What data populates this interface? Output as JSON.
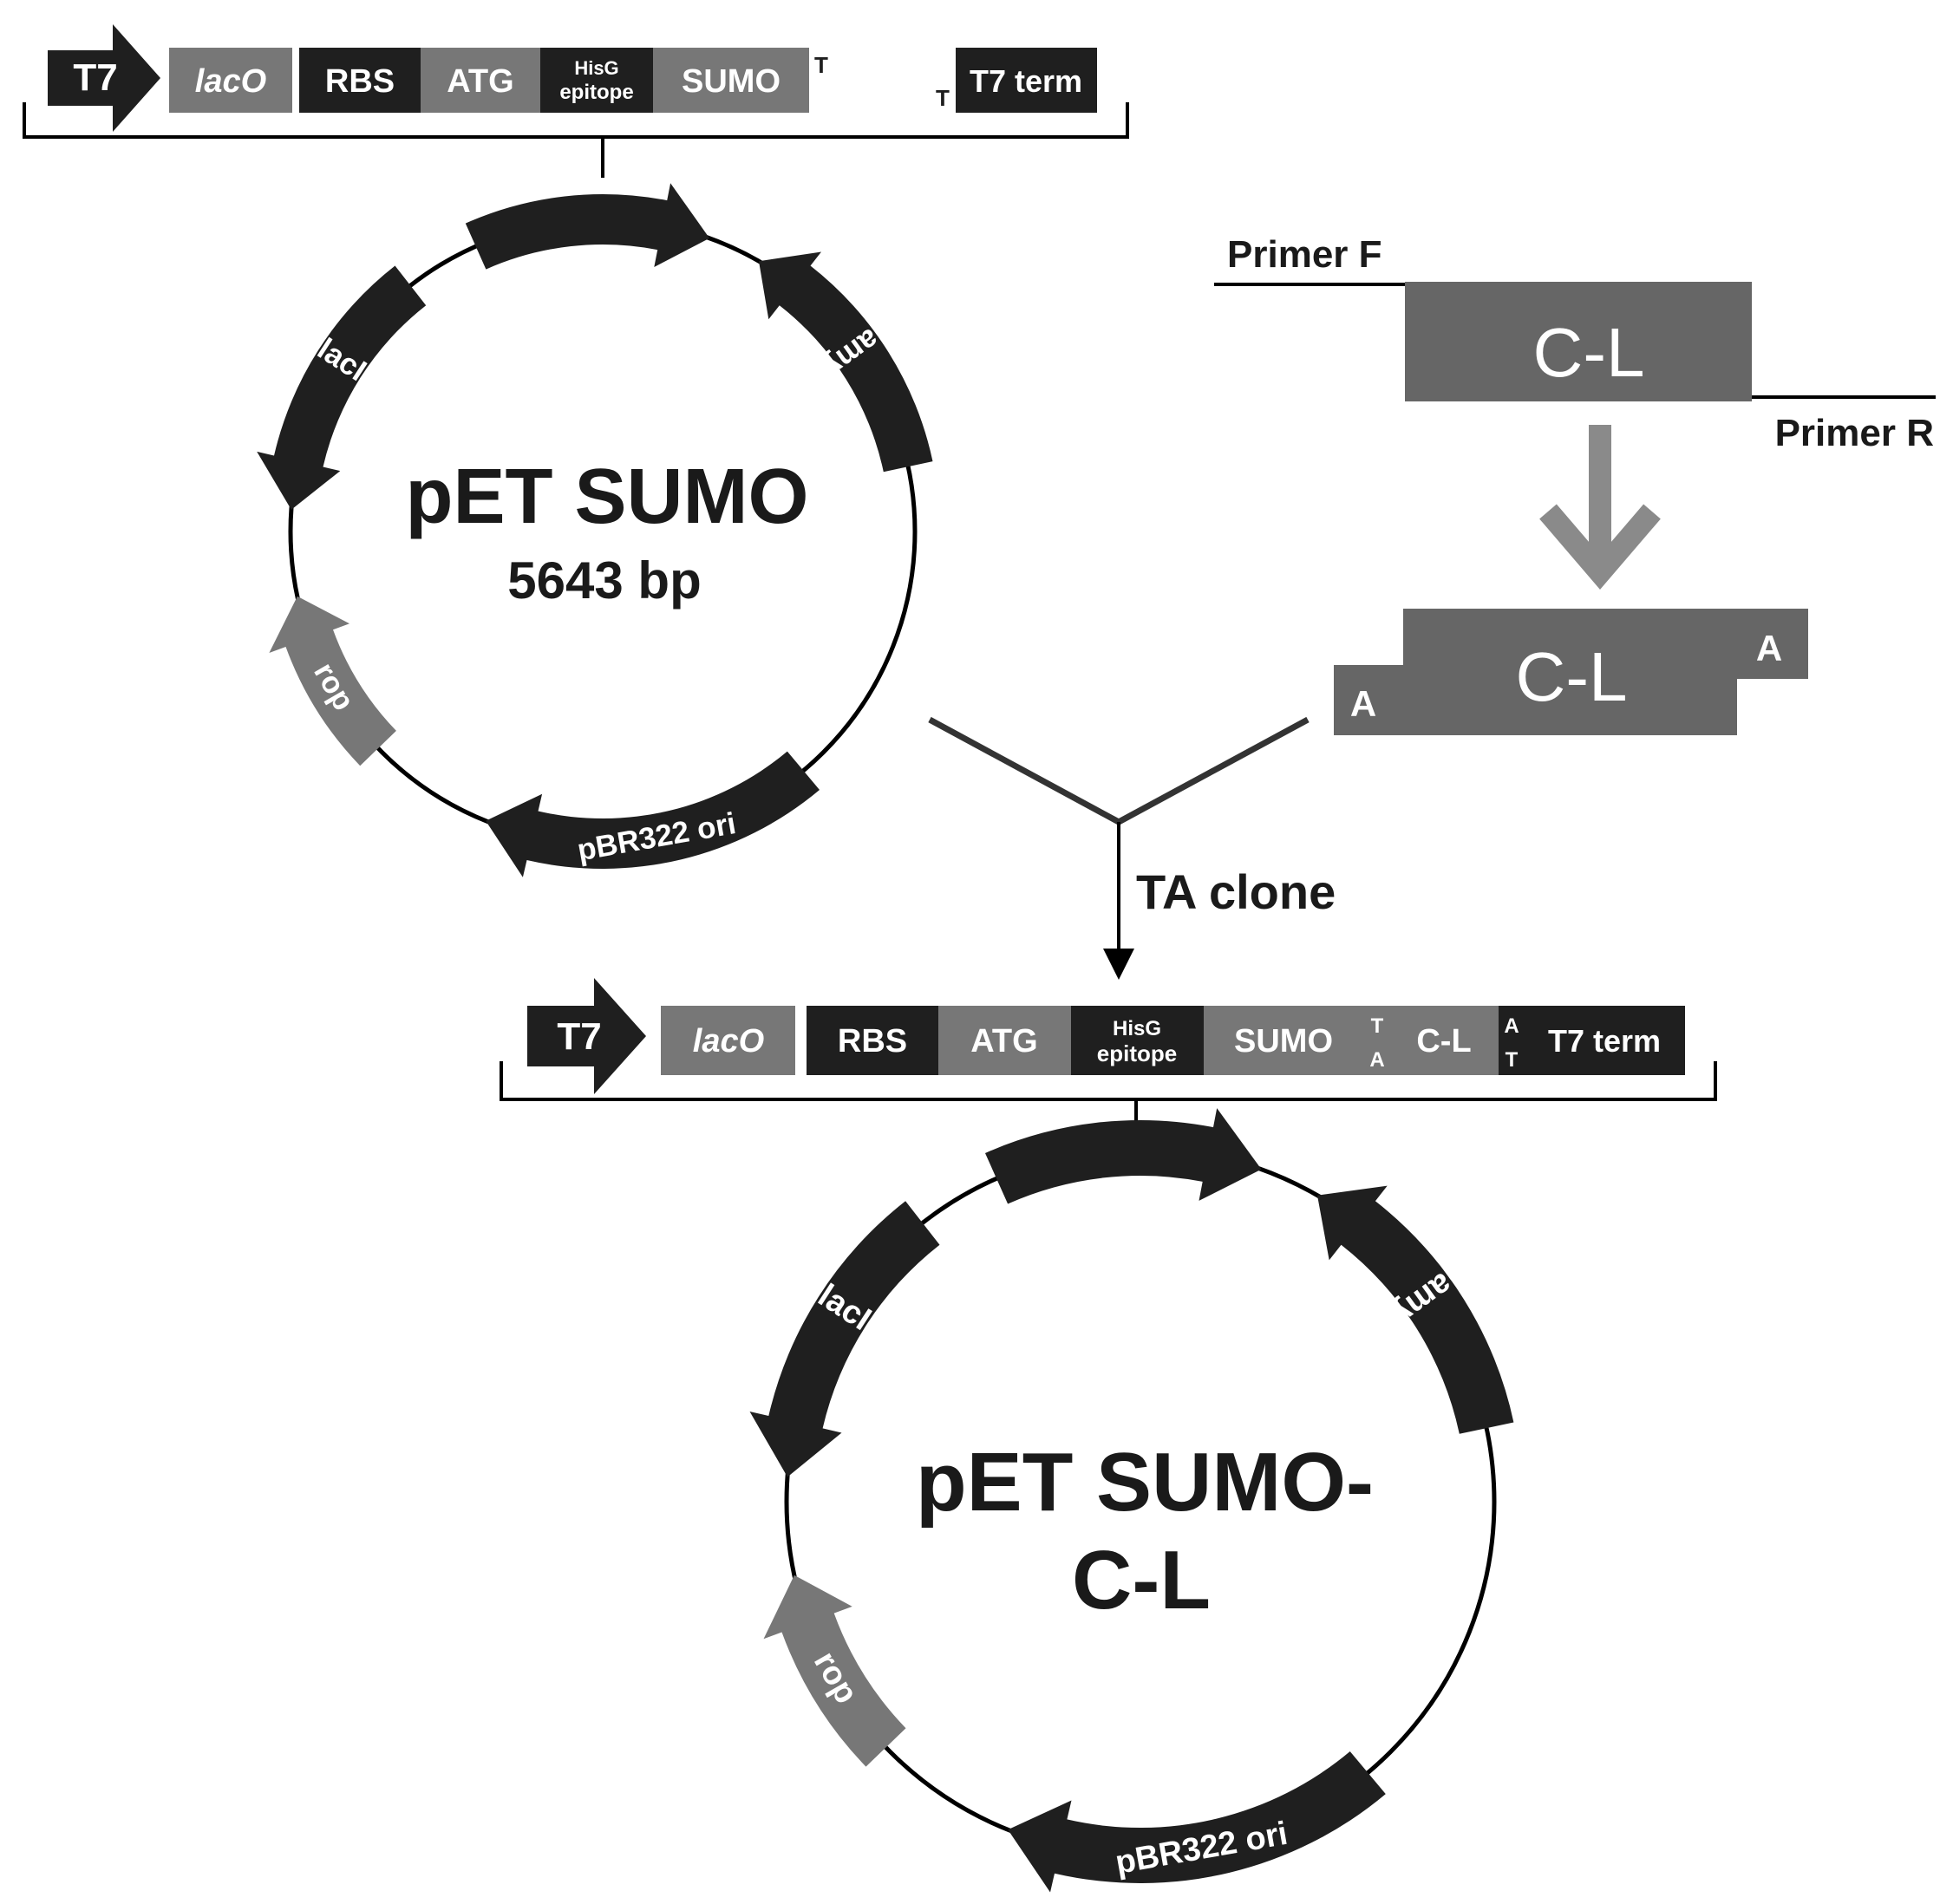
{
  "colors": {
    "dark": "#1f1f1f",
    "mid": "#777777",
    "line": "#000000",
    "white": "#ffffff",
    "arrow_gray": "#8a8a8a"
  },
  "top_cassette": {
    "t7": "T7",
    "laco": "lacO",
    "rbs": "RBS",
    "atg": "ATG",
    "hisg_line1": "HisG",
    "hisg_line2": "epitope",
    "sumo": "SUMO",
    "t_overhang": "T",
    "t_overhang2": "T",
    "t7term": "T7 term"
  },
  "plasmid1": {
    "name": "pET SUMO",
    "size": "5643 bp",
    "features": {
      "laci": "lacI",
      "kanamycin": "Kanamycin",
      "rop": "rop",
      "ori": "pBR322 ori"
    }
  },
  "insert": {
    "primer_f": "Primer F",
    "primer_r": "Primer R",
    "cl": "C-L",
    "cl2": "C-L",
    "a_left": "A",
    "a_right": "A"
  },
  "ta_clone": "TA clone",
  "bottom_cassette": {
    "t7": "T7",
    "laco": "lacO",
    "rbs": "RBS",
    "atg": "ATG",
    "hisg_line1": "HisG",
    "hisg_line2": "epitope",
    "sumo": "SUMO",
    "ta_top": "T",
    "ta_bottom": "A",
    "cl": "C-L",
    "at_top": "A",
    "at_bottom": "T",
    "t7term": "T7 term"
  },
  "plasmid2": {
    "name_line1": "pET SUMO-",
    "name_line2": "C-L",
    "features": {
      "laci": "lacI",
      "kanamycin": "Kanamycin",
      "rop": "rop",
      "ori": "pBR322 ori"
    }
  }
}
